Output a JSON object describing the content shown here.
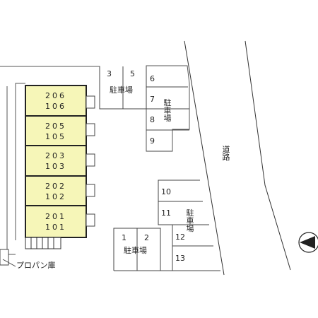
{
  "units": [
    {
      "upper": "206",
      "lower": "106"
    },
    {
      "upper": "205",
      "lower": "105"
    },
    {
      "upper": "203",
      "lower": "103"
    },
    {
      "upper": "202",
      "lower": "102"
    },
    {
      "upper": "201",
      "lower": "101"
    }
  ],
  "parking": {
    "spaces": [
      "3",
      "5",
      "6",
      "7",
      "8",
      "9",
      "10",
      "11",
      "12",
      "13",
      "1",
      "2"
    ],
    "label": "駐車場"
  },
  "road": {
    "label": "道路"
  },
  "propane": {
    "label": "プロパン庫"
  },
  "colors": {
    "unit_fill": "#f6f6b8",
    "line": "#333333"
  }
}
